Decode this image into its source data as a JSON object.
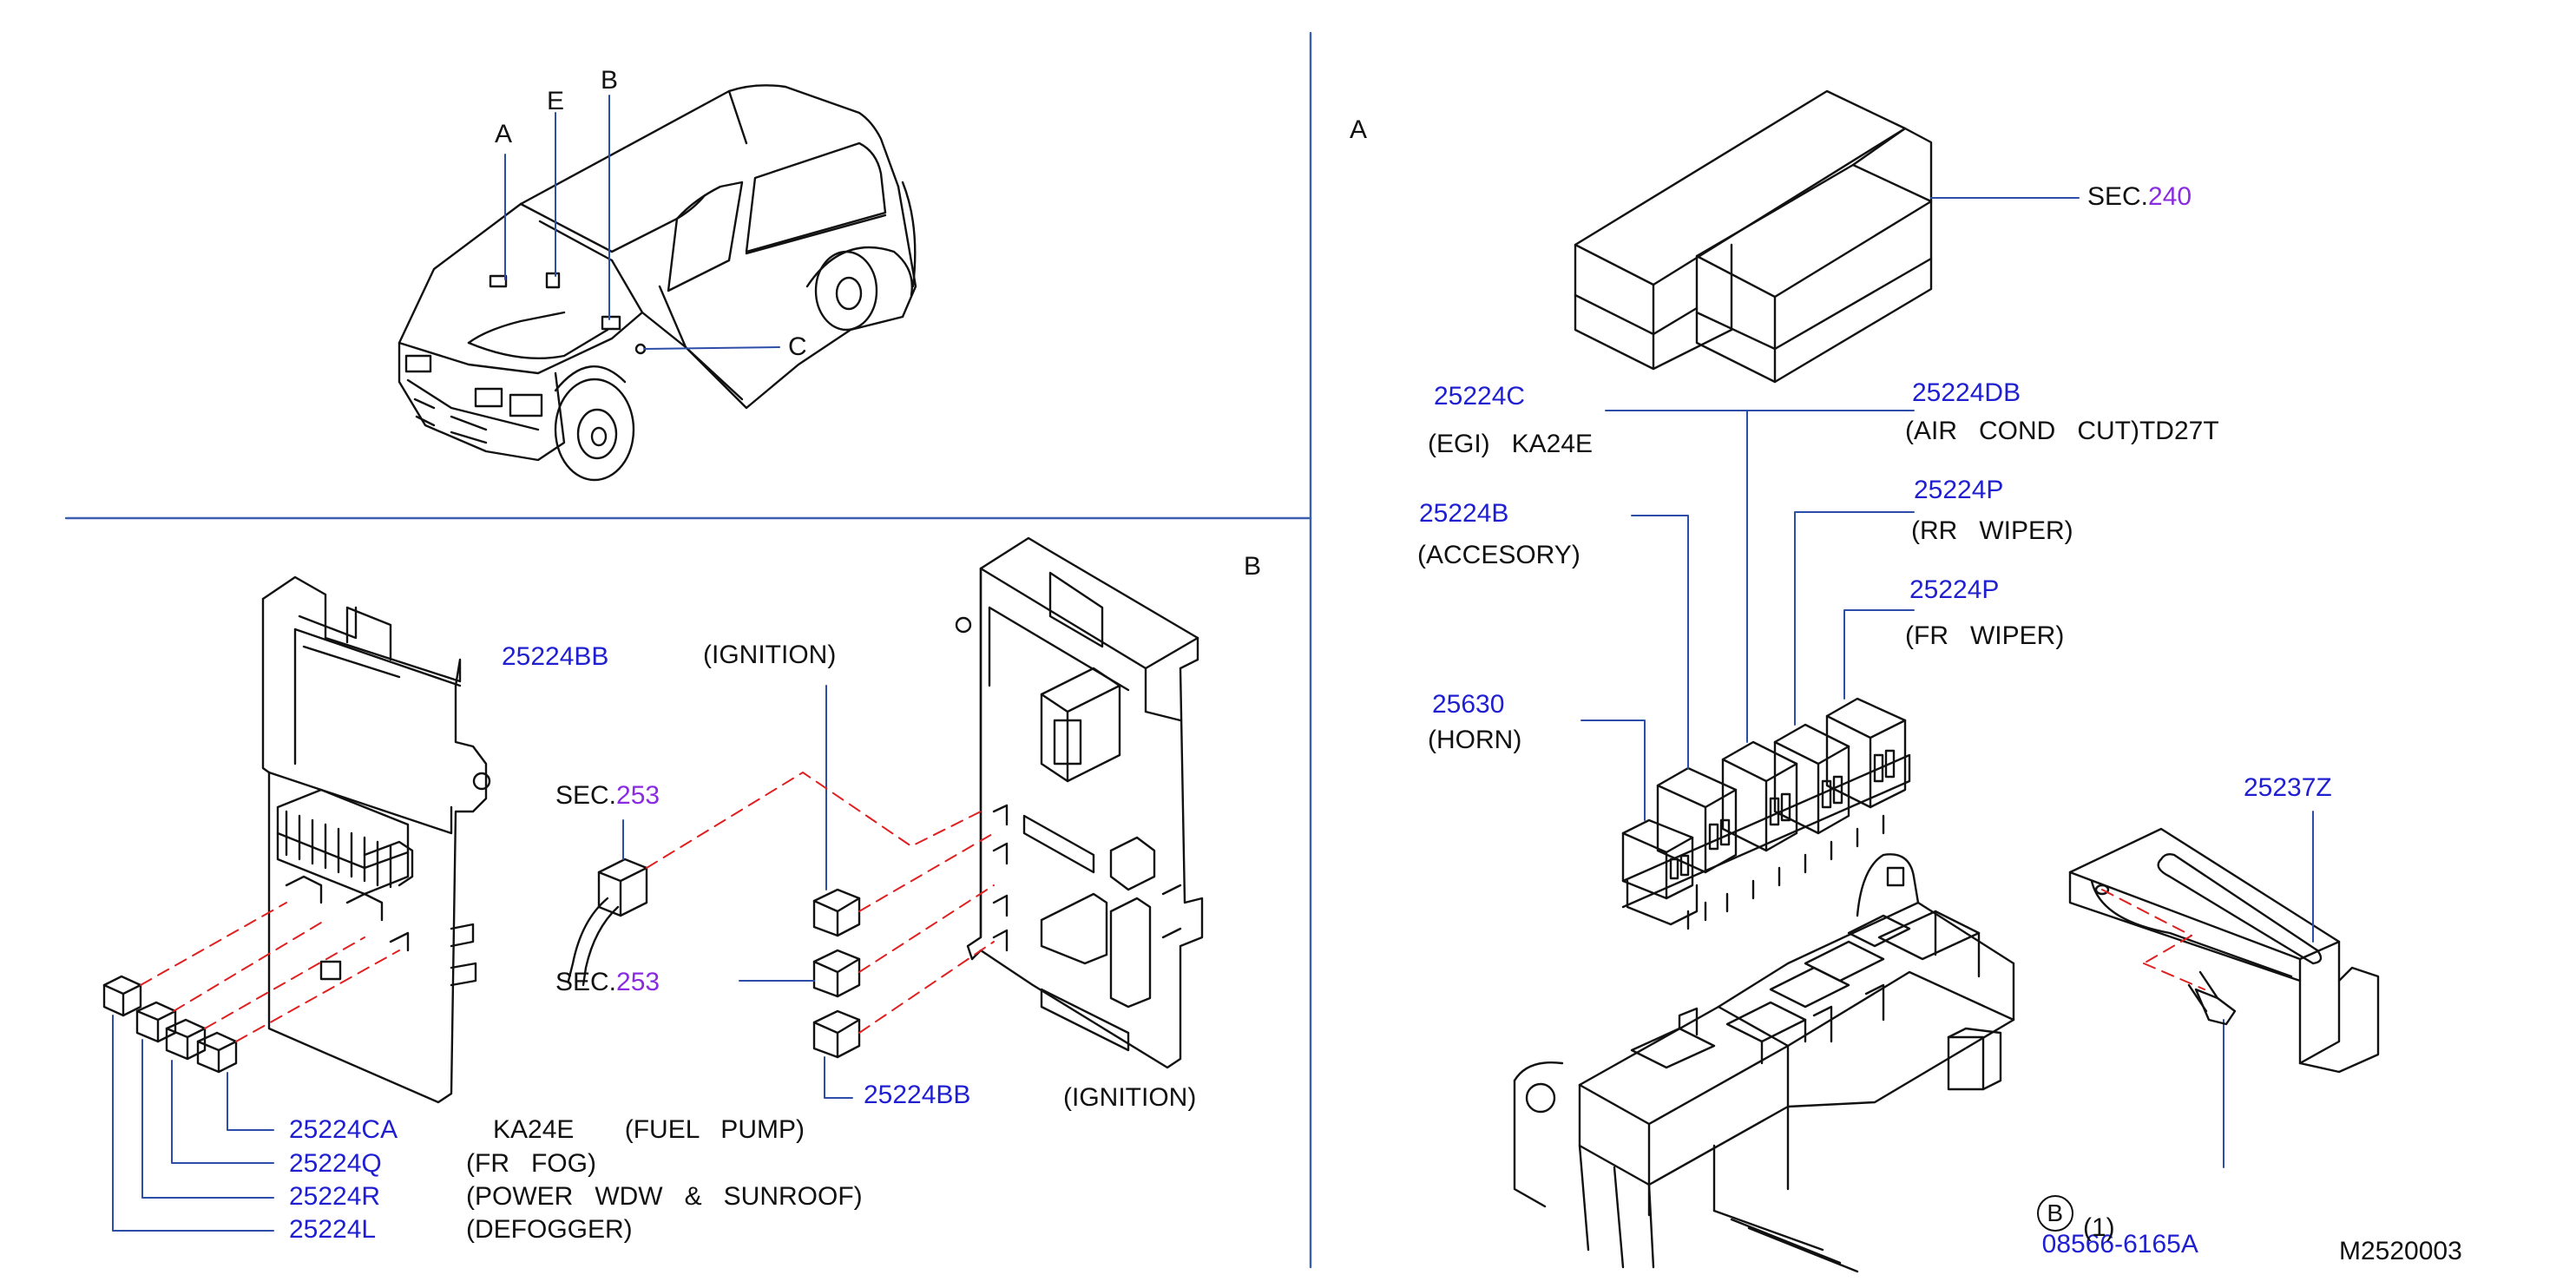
{
  "views": {
    "A": "A",
    "B": "B",
    "C": "C",
    "E": "E",
    "panelA": "A",
    "panelB": "B"
  },
  "sec240": {
    "prefix": "SEC.",
    "num": "240"
  },
  "sec253a": {
    "prefix": "SEC.",
    "num": "253"
  },
  "sec253b": {
    "prefix": "SEC.",
    "num": "253"
  },
  "parts": {
    "p25224C": {
      "num": "25224C",
      "desc": "(EGI)   KA24E"
    },
    "p25224DB": {
      "num": "25224DB",
      "desc": "(AIR   COND   CUT)TD27T"
    },
    "p25224B": {
      "num": "25224B",
      "desc": "(ACCESORY)"
    },
    "p25224P_rr": {
      "num": "25224P",
      "desc": "(RR   WIPER)"
    },
    "p25224P_fr": {
      "num": "25224P",
      "desc": "(FR   WIPER)"
    },
    "p25630": {
      "num": "25630",
      "desc": "(HORN)"
    },
    "p25237Z": {
      "num": "25237Z"
    },
    "bolt": {
      "circle": "B",
      "num": "08566-6165A",
      "qty": "(1)"
    },
    "p25224BB_top": {
      "num": "25224BB"
    },
    "p25224BB_bot": {
      "num": "25224BB"
    },
    "ign_top": "(IGNITION)",
    "ign_bot": "(IGNITION)",
    "p25224CA": {
      "num": "25224CA",
      "desc": "KA24E       (FUEL   PUMP)"
    },
    "p25224Q": {
      "num": "25224Q",
      "desc": "(FR   FOG)"
    },
    "p25224R": {
      "num": "25224R",
      "desc": "(POWER   WDW   &   SUNROOF)"
    },
    "p25224L": {
      "num": "25224L",
      "desc": "(DEFOGGER)"
    }
  },
  "diagram_id": "M2520003",
  "colors": {
    "line": "#111111",
    "callout": "#2c4ea8",
    "divider": "#3a5fb0",
    "dash": "#e02020",
    "part_number": "#1f1fd1",
    "sec_number": "#8a2be2"
  }
}
